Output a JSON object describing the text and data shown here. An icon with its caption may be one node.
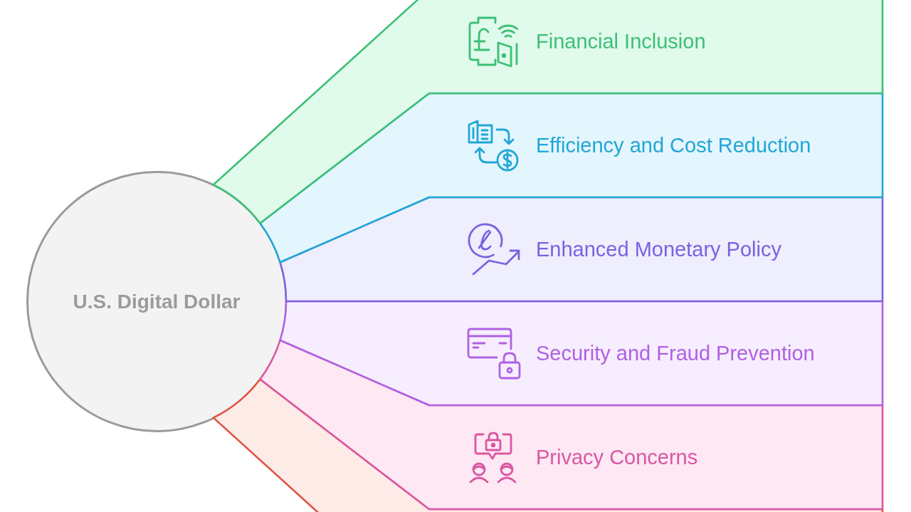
{
  "diagram": {
    "nodes": [
      {
        "text": [
          "U.S. Digital Dollar"
        ]
      },
      {
        "text": [
          "Financial Inclusion"
        ]
      },
      {
        "text": [
          "Efficiency and Cost Reduction"
        ]
      },
      {
        "text": [
          "Enhanced Monetary Policy"
        ]
      },
      {
        "text": [
          "Security and Fraud Prevention"
        ]
      },
      {
        "text": [
          "Privacy Concerns"
        ]
      },
      {
        "text": [],
        "shape": "band"
      }
    ]
  }
}
